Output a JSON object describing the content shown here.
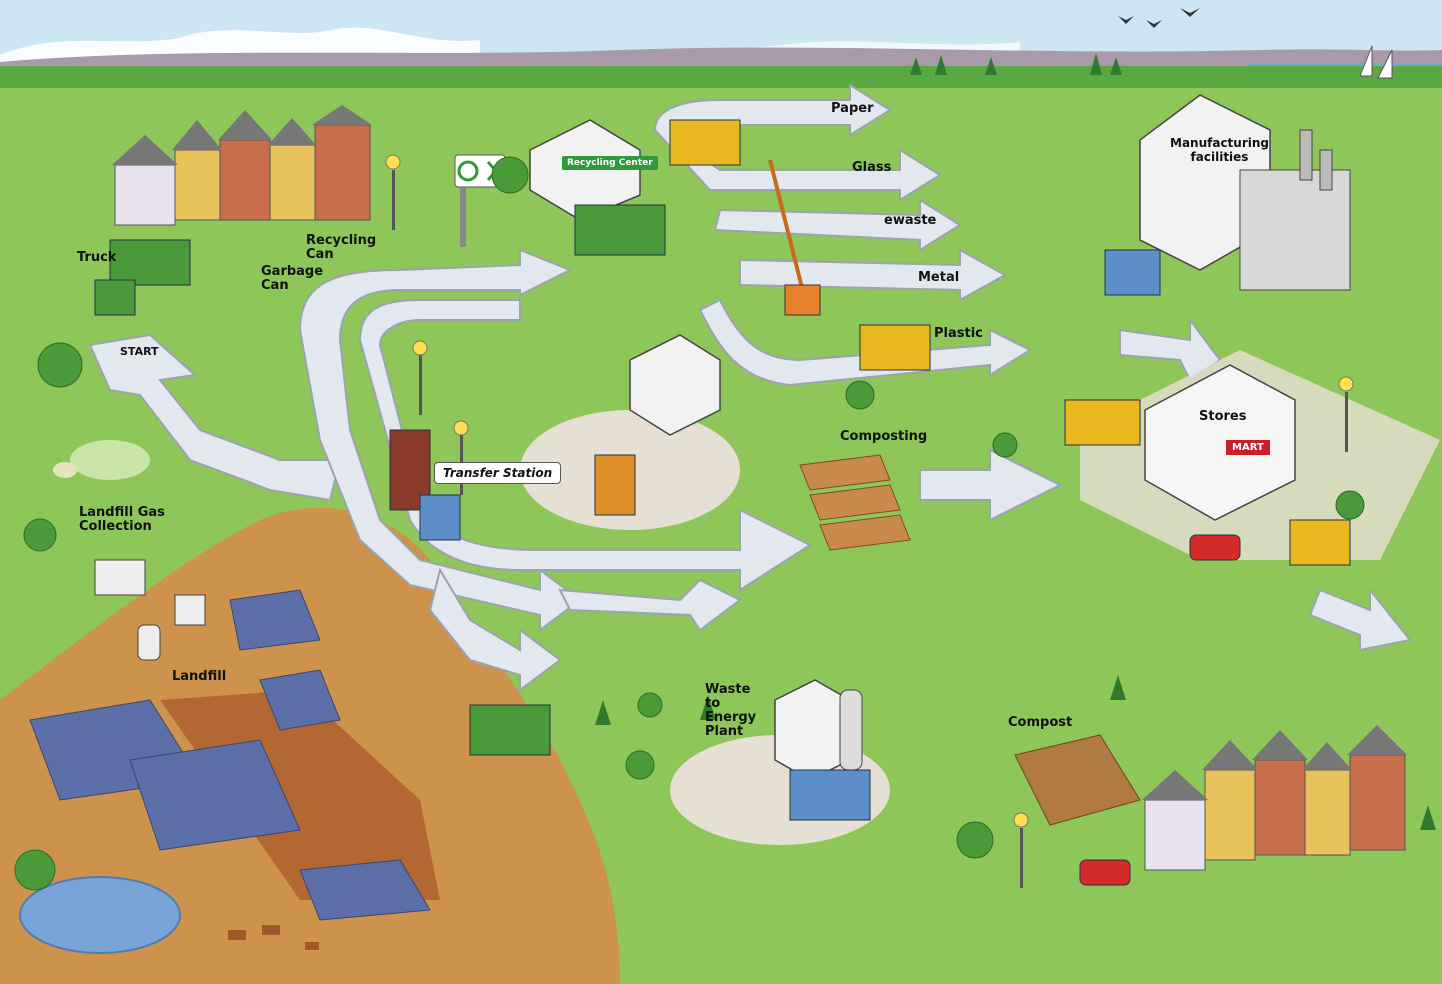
{
  "labels": {
    "truck": "Truck",
    "start": "START",
    "recycling_can": "Recycling\nCan",
    "garbage_can": "Garbage\nCan",
    "recycling_center": "Recycling Center",
    "paper": "Paper",
    "glass": "Glass",
    "ewaste": "ewaste",
    "metal": "Metal",
    "plastic": "Plastic",
    "manufacturing": "Manufacturing\nfacilities",
    "stores": "Stores",
    "mart": "MART",
    "transfer_station": "Transfer Station",
    "composting": "Composting",
    "landfill_gas": "Landfill Gas\nCollection",
    "landfill": "Landfill",
    "waste_to_energy": "Waste\nto\nEnergy\nPlant",
    "compost": "Compost"
  },
  "icons": [
    "recycle-icon",
    "chevron-right-icon",
    "streetlamp-icon",
    "tree-icon",
    "truck-icon",
    "bird-icon",
    "sailboat-icon",
    "deer-icon"
  ],
  "colors": {
    "grass": "#8fc65a",
    "path": "#e3e8ef",
    "path_edge": "#9aa3b0",
    "dirt": "#c97a3c",
    "sky": "#cde6f4",
    "truck_green": "#4a9a3a",
    "truck_yellow": "#e8b81e",
    "truck_blue": "#5c8fc8"
  }
}
